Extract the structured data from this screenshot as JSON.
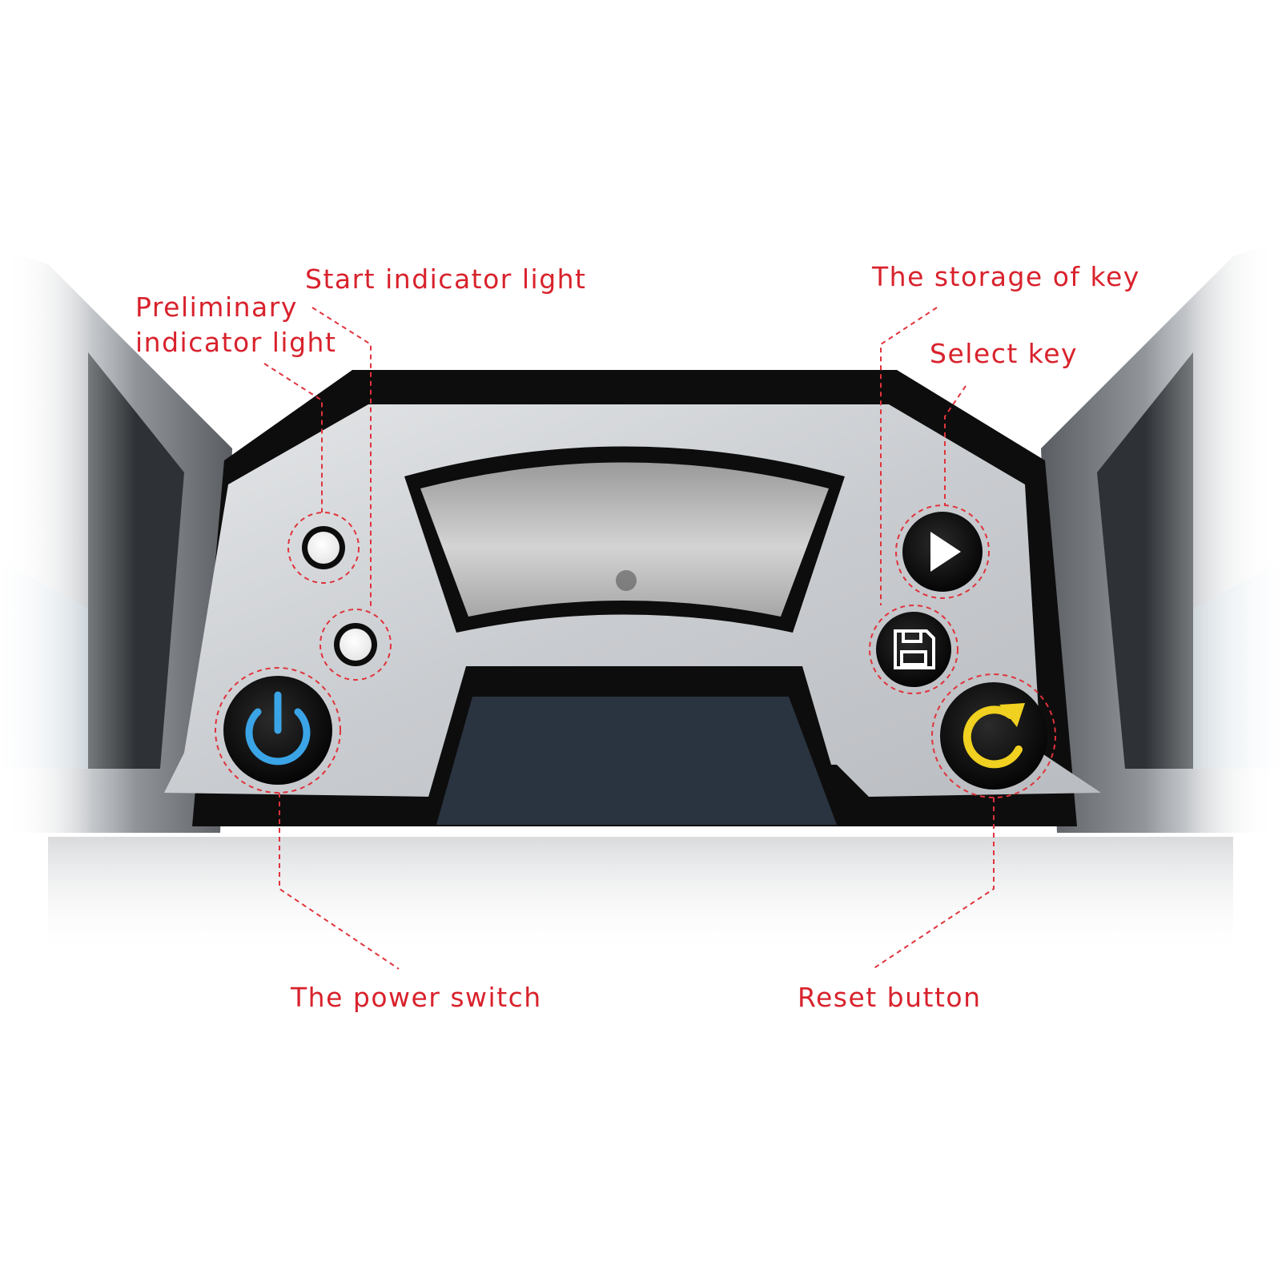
{
  "callouts": {
    "start_indicator": "Start indicator light",
    "preliminary_indicator_line1": "Preliminary",
    "preliminary_indicator_line2": "indicator light",
    "storage_key": "The storage of key",
    "select_key": "Select key",
    "power_switch": "The power switch",
    "reset_button": "Reset button"
  },
  "colors": {
    "callout": "#d8222c",
    "power_icon": "#3aa4e6",
    "reset_icon": "#f0d020",
    "panel_silver": "#cfd2d5",
    "bezel": "#0d0d0d",
    "touchpad": "#2a3440"
  },
  "icons": {
    "power": "power-icon",
    "reset": "refresh-icon",
    "select": "play-icon",
    "storage": "floppy-disk-icon",
    "indicators": "indicator-light-icon"
  }
}
